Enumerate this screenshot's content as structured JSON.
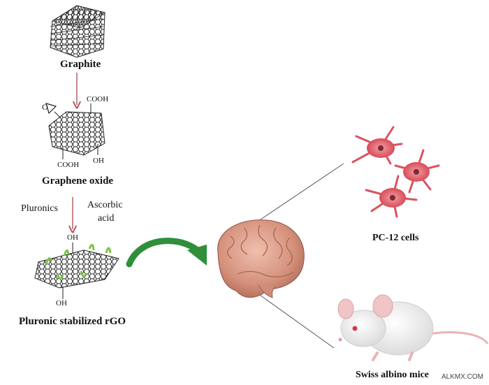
{
  "stages": {
    "graphite": "Graphite",
    "graphene_oxide": "Graphene oxide",
    "rgo": "Pluronic stabilized rGO"
  },
  "groups": {
    "cooh_top": "COOH",
    "cooh_bottom": "COOH",
    "oh_go": "OH",
    "epoxide_o": "O",
    "oh_rgo_top": "OH",
    "oh_rgo_bottom": "OH"
  },
  "reagents": {
    "pluronics": "Pluronics",
    "ascorbic_line1": "Ascorbic",
    "ascorbic_line2": "acid"
  },
  "targets": {
    "cells": "PC-12 cells",
    "mice": "Swiss albino mice"
  },
  "watermark": "ALKMX.COM",
  "colors": {
    "arrow_red": "#b2545a",
    "arrow_green": "#2f8f3a",
    "brain": "#d99a86",
    "cell": "#d9535f",
    "polymer": "#7cc243"
  }
}
